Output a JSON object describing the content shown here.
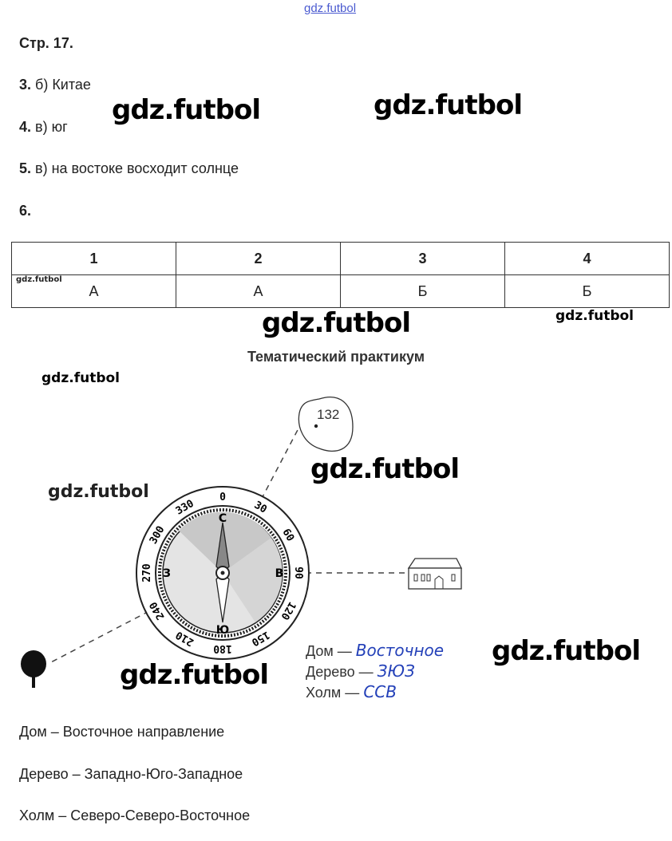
{
  "header_watermark": "gdz.futbol",
  "page_title": "Стр. 17.",
  "answers": [
    {
      "num": "3.",
      "text": " б) Китае"
    },
    {
      "num": "4.",
      "text": " в) юг"
    },
    {
      "num": "5.",
      "text": " в) на востоке восходит солнце"
    },
    {
      "num": "6.",
      "text": ""
    }
  ],
  "table": {
    "headers": [
      "1",
      "2",
      "3",
      "4"
    ],
    "values": [
      "А",
      "А",
      "Б",
      "Б"
    ]
  },
  "section_title": "Тематический практикум",
  "figure": {
    "hill_height": "132",
    "compass_degrees": [
      "0",
      "30",
      "60",
      "90",
      "120",
      "150",
      "180",
      "210",
      "240",
      "270",
      "300",
      "330"
    ],
    "compass_letters": {
      "north": "С",
      "east": "В",
      "south": "Ю",
      "west": "З"
    },
    "captions": [
      {
        "label": "Дом —",
        "answer": "Восточное"
      },
      {
        "label": "Дерево —",
        "answer": "ЗЮЗ"
      },
      {
        "label": "Холм —",
        "answer": "ССВ"
      }
    ]
  },
  "conclusions": [
    "Дом – Восточное направление",
    "Дерево – Западно-Юго-Западное",
    "Холм – Северо-Северо-Восточное"
  ],
  "watermarks": [
    "gdz.futbol",
    "gdz.futbol",
    "gdz.futbol",
    "gdz.futbol",
    "gdz.futbol",
    "gdz.futbol",
    "gdz.futbol",
    "gdz.futbol",
    "gdz.futbol",
    "gdz.futbol"
  ]
}
